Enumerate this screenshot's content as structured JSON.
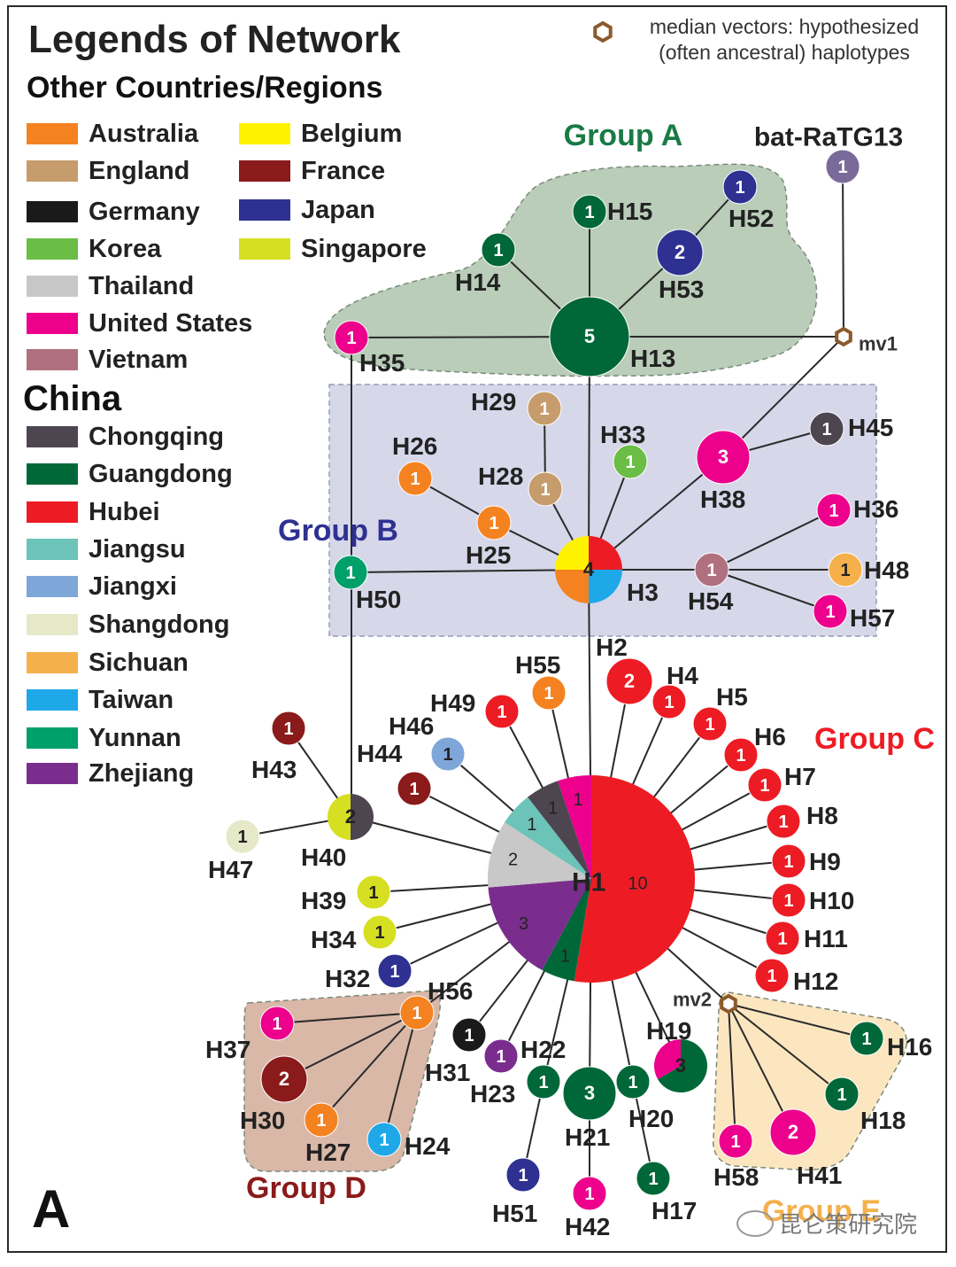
{
  "legend": {
    "title": "Legends of Network",
    "other_heading": "Other Countries/Regions",
    "other_items": [
      {
        "label": "Australia",
        "color": "#f58220"
      },
      {
        "label": "Belgium",
        "color": "#fff200"
      },
      {
        "label": "England",
        "color": "#c69c6d"
      },
      {
        "label": "France",
        "color": "#8b1a1a"
      },
      {
        "label": "Germany",
        "color": "#1a1a1a"
      },
      {
        "label": "Japan",
        "color": "#2e3192"
      },
      {
        "label": "Korea",
        "color": "#6abd45"
      },
      {
        "label": "Singapore",
        "color": "#d7df23"
      },
      {
        "label": "Thailand",
        "color": "#c8c8c8"
      },
      {
        "label": "United States",
        "color": "#ec008c"
      },
      {
        "label": "Vietnam",
        "color": "#b07080"
      }
    ],
    "china_heading": "China",
    "china_items": [
      {
        "label": "Chongqing",
        "color": "#4d4550"
      },
      {
        "label": "Guangdong",
        "color": "#006838"
      },
      {
        "label": "Hubei",
        "color": "#ed1c24"
      },
      {
        "label": "Jiangsu",
        "color": "#6cc3b8"
      },
      {
        "label": "Jiangxi",
        "color": "#7ea6d8"
      },
      {
        "label": "Shangdong",
        "color": "#e5e9c8"
      },
      {
        "label": "Sichuan",
        "color": "#f5b04c"
      },
      {
        "label": "Taiwan",
        "color": "#1fa8e8"
      },
      {
        "label": "Yunnan",
        "color": "#00a06a"
      },
      {
        "label": "Zhejiang",
        "color": "#7b2d8e"
      }
    ]
  },
  "median_vector_note": "median vectors: hypothesized (often ancestral) haplotypes",
  "median_vector_color": "#8b5a2b",
  "panel_letter": "A",
  "watermark": "昆仑策研究院",
  "groups": [
    {
      "label": "Group A",
      "color": "#1a7a45",
      "fill": "#b9cdb9"
    },
    {
      "label": "Group B",
      "color": "#2e3192",
      "fill": "#d7d7ea"
    },
    {
      "label": "Group C",
      "color": "#ed1c24"
    },
    {
      "label": "Group D",
      "color": "#8b1a1a",
      "fill": "#d9b8a8"
    },
    {
      "label": "Group E",
      "color": "#f5b04c",
      "fill": "#fbe6c0"
    }
  ],
  "nodes": [
    {
      "id": "bat-RaTG13",
      "count": "1",
      "slices": [
        [
          "#7a6a9a",
          1
        ]
      ]
    },
    {
      "id": "mv1",
      "median": true
    },
    {
      "id": "H13",
      "count": "5",
      "slices": [
        [
          "#006838",
          1
        ]
      ]
    },
    {
      "id": "H14",
      "count": "1",
      "slices": [
        [
          "#006838",
          1
        ]
      ]
    },
    {
      "id": "H15",
      "count": "1",
      "slices": [
        [
          "#006838",
          1
        ]
      ]
    },
    {
      "id": "H52",
      "count": "1",
      "slices": [
        [
          "#2e3192",
          1
        ]
      ]
    },
    {
      "id": "H53",
      "count": "2",
      "slices": [
        [
          "#2e3192",
          1
        ]
      ]
    },
    {
      "id": "H35",
      "count": "1",
      "slices": [
        [
          "#ec008c",
          1
        ]
      ]
    },
    {
      "id": "H3",
      "count": "4",
      "slices": [
        [
          "#ed1c24",
          1
        ],
        [
          "#1fa8e8",
          1
        ],
        [
          "#f58220",
          1
        ],
        [
          "#fff200",
          1
        ]
      ]
    },
    {
      "id": "H29",
      "count": "1",
      "slices": [
        [
          "#c69c6d",
          1
        ]
      ]
    },
    {
      "id": "H28",
      "count": "1",
      "slices": [
        [
          "#c69c6d",
          1
        ]
      ]
    },
    {
      "id": "H26",
      "count": "1",
      "slices": [
        [
          "#f58220",
          1
        ]
      ]
    },
    {
      "id": "H25",
      "count": "1",
      "slices": [
        [
          "#f58220",
          1
        ]
      ]
    },
    {
      "id": "H33",
      "count": "1",
      "slices": [
        [
          "#6abd45",
          1
        ]
      ]
    },
    {
      "id": "H38",
      "count": "3",
      "slices": [
        [
          "#ec008c",
          1
        ]
      ]
    },
    {
      "id": "H45",
      "count": "1",
      "slices": [
        [
          "#4d4550",
          1
        ]
      ]
    },
    {
      "id": "H36",
      "count": "1",
      "slices": [
        [
          "#ec008c",
          1
        ]
      ]
    },
    {
      "id": "H48",
      "count": "1",
      "slices": [
        [
          "#f5b04c",
          1
        ]
      ]
    },
    {
      "id": "H57",
      "count": "1",
      "slices": [
        [
          "#ec008c",
          1
        ]
      ]
    },
    {
      "id": "H54",
      "count": "1",
      "slices": [
        [
          "#b07080",
          1
        ]
      ]
    },
    {
      "id": "H50",
      "count": "1",
      "slices": [
        [
          "#00a06a",
          1
        ]
      ]
    },
    {
      "id": "H1",
      "count": "",
      "slices": [
        [
          "#ed1c24",
          10
        ],
        [
          "#006838",
          1
        ],
        [
          "#7b2d8e",
          3
        ],
        [
          "#c8c8c8",
          2
        ],
        [
          "#6cc3b8",
          1
        ],
        [
          "#4d4550",
          1
        ],
        [
          "#ec008c",
          1
        ]
      ],
      "slice_labels": [
        "10",
        "1",
        "3",
        "2",
        "1",
        "1",
        "1"
      ]
    },
    {
      "id": "H2",
      "count": "2",
      "slices": [
        [
          "#ed1c24",
          1
        ]
      ]
    },
    {
      "id": "H4",
      "count": "1",
      "slices": [
        [
          "#ed1c24",
          1
        ]
      ]
    },
    {
      "id": "H5",
      "count": "1",
      "slices": [
        [
          "#ed1c24",
          1
        ]
      ]
    },
    {
      "id": "H6",
      "count": "1",
      "slices": [
        [
          "#ed1c24",
          1
        ]
      ]
    },
    {
      "id": "H7",
      "count": "1",
      "slices": [
        [
          "#ed1c24",
          1
        ]
      ]
    },
    {
      "id": "H8",
      "count": "1",
      "slices": [
        [
          "#ed1c24",
          1
        ]
      ]
    },
    {
      "id": "H9",
      "count": "1",
      "slices": [
        [
          "#ed1c24",
          1
        ]
      ]
    },
    {
      "id": "H10",
      "count": "1",
      "slices": [
        [
          "#ed1c24",
          1
        ]
      ]
    },
    {
      "id": "H11",
      "count": "1",
      "slices": [
        [
          "#ed1c24",
          1
        ]
      ]
    },
    {
      "id": "H12",
      "count": "1",
      "slices": [
        [
          "#ed1c24",
          1
        ]
      ]
    },
    {
      "id": "H55",
      "count": "1",
      "slices": [
        [
          "#f58220",
          1
        ]
      ]
    },
    {
      "id": "H49",
      "count": "1",
      "slices": [
        [
          "#ed1c24",
          1
        ]
      ]
    },
    {
      "id": "H46",
      "count": "1",
      "slices": [
        [
          "#7ea6d8",
          1
        ]
      ]
    },
    {
      "id": "H44",
      "count": "1",
      "slices": [
        [
          "#8b1a1a",
          1
        ]
      ]
    },
    {
      "id": "H43",
      "count": "1",
      "slices": [
        [
          "#8b1a1a",
          1
        ]
      ]
    },
    {
      "id": "H40",
      "count": "2",
      "slices": [
        [
          "#4d4550",
          1
        ],
        [
          "#d7df23",
          1
        ]
      ]
    },
    {
      "id": "H47",
      "count": "1",
      "slices": [
        [
          "#e5e9c8",
          1
        ]
      ]
    },
    {
      "id": "H39",
      "count": "1",
      "slices": [
        [
          "#d7df23",
          1
        ]
      ]
    },
    {
      "id": "H34",
      "count": "1",
      "slices": [
        [
          "#d7df23",
          1
        ]
      ]
    },
    {
      "id": "H32",
      "count": "1",
      "slices": [
        [
          "#2e3192",
          1
        ]
      ]
    },
    {
      "id": "H56",
      "count": "1",
      "slices": [
        [
          "#f58220",
          1
        ]
      ]
    },
    {
      "id": "H37",
      "count": "1",
      "slices": [
        [
          "#ec008c",
          1
        ]
      ]
    },
    {
      "id": "H30",
      "count": "2",
      "slices": [
        [
          "#8b1a1a",
          1
        ]
      ]
    },
    {
      "id": "H27",
      "count": "1",
      "slices": [
        [
          "#f58220",
          1
        ]
      ]
    },
    {
      "id": "H24",
      "count": "1",
      "slices": [
        [
          "#1fa8e8",
          1
        ]
      ]
    },
    {
      "id": "H31",
      "count": "1",
      "slices": [
        [
          "#1a1a1a",
          1
        ]
      ]
    },
    {
      "id": "H23",
      "count": "1",
      "slices": [
        [
          "#7b2d8e",
          1
        ]
      ]
    },
    {
      "id": "H22",
      "count": "1",
      "slices": [
        [
          "#006838",
          1
        ]
      ]
    },
    {
      "id": "H51",
      "count": "1",
      "slices": [
        [
          "#2e3192",
          1
        ]
      ]
    },
    {
      "id": "H21",
      "count": "3",
      "slices": [
        [
          "#006838",
          1
        ]
      ]
    },
    {
      "id": "H42",
      "count": "1",
      "slices": [
        [
          "#ec008c",
          1
        ]
      ]
    },
    {
      "id": "H20",
      "count": "1",
      "slices": [
        [
          "#006838",
          1
        ]
      ]
    },
    {
      "id": "H17",
      "count": "1",
      "slices": [
        [
          "#006838",
          1
        ]
      ]
    },
    {
      "id": "H19",
      "count": "3",
      "slices": [
        [
          "#006838",
          2
        ],
        [
          "#ec008c",
          1
        ]
      ]
    },
    {
      "id": "mv2",
      "median": true
    },
    {
      "id": "H16",
      "count": "1",
      "slices": [
        [
          "#006838",
          1
        ]
      ]
    },
    {
      "id": "H18",
      "count": "1",
      "slices": [
        [
          "#006838",
          1
        ]
      ]
    },
    {
      "id": "H41",
      "count": "2",
      "slices": [
        [
          "#ec008c",
          1
        ]
      ]
    },
    {
      "id": "H58",
      "count": "1",
      "slices": [
        [
          "#ec008c",
          1
        ]
      ]
    }
  ],
  "edges": [
    [
      "bat-RaTG13",
      "mv1"
    ],
    [
      "mv1",
      "H13"
    ],
    [
      "mv1",
      "H38"
    ],
    [
      "H13",
      "H14"
    ],
    [
      "H13",
      "H15"
    ],
    [
      "H13",
      "H53"
    ],
    [
      "H53",
      "H52"
    ],
    [
      "H13",
      "H35"
    ],
    [
      "H13",
      "H3"
    ],
    [
      "H3",
      "H25"
    ],
    [
      "H25",
      "H26"
    ],
    [
      "H3",
      "H28"
    ],
    [
      "H28",
      "H29"
    ],
    [
      "H3",
      "H33"
    ],
    [
      "H3",
      "H38"
    ],
    [
      "H38",
      "H45"
    ],
    [
      "H3",
      "H54"
    ],
    [
      "H54",
      "H36"
    ],
    [
      "H54",
      "H48"
    ],
    [
      "H54",
      "H57"
    ],
    [
      "H3",
      "H50"
    ],
    [
      "H3",
      "H1"
    ],
    [
      "H35",
      "H40"
    ],
    [
      "H1",
      "H2"
    ],
    [
      "H1",
      "H4"
    ],
    [
      "H1",
      "H5"
    ],
    [
      "H1",
      "H6"
    ],
    [
      "H1",
      "H7"
    ],
    [
      "H1",
      "H8"
    ],
    [
      "H1",
      "H9"
    ],
    [
      "H1",
      "H10"
    ],
    [
      "H1",
      "H11"
    ],
    [
      "H1",
      "H12"
    ],
    [
      "H1",
      "H55"
    ],
    [
      "H1",
      "H49"
    ],
    [
      "H1",
      "H46"
    ],
    [
      "H1",
      "H44"
    ],
    [
      "H1",
      "H40"
    ],
    [
      "H40",
      "H43"
    ],
    [
      "H40",
      "H47"
    ],
    [
      "H1",
      "H39"
    ],
    [
      "H1",
      "H34"
    ],
    [
      "H1",
      "H32"
    ],
    [
      "H1",
      "H56"
    ],
    [
      "H56",
      "H37"
    ],
    [
      "H56",
      "H30"
    ],
    [
      "H56",
      "H27"
    ],
    [
      "H56",
      "H24"
    ],
    [
      "H1",
      "H31"
    ],
    [
      "H1",
      "H23"
    ],
    [
      "H1",
      "H22"
    ],
    [
      "H22",
      "H51"
    ],
    [
      "H1",
      "H21"
    ],
    [
      "H21",
      "H42"
    ],
    [
      "H1",
      "H20"
    ],
    [
      "H20",
      "H17"
    ],
    [
      "H1",
      "H19"
    ],
    [
      "H1",
      "mv2"
    ],
    [
      "mv2",
      "H16"
    ],
    [
      "mv2",
      "H18"
    ],
    [
      "mv2",
      "H41"
    ],
    [
      "mv2",
      "H58"
    ]
  ]
}
